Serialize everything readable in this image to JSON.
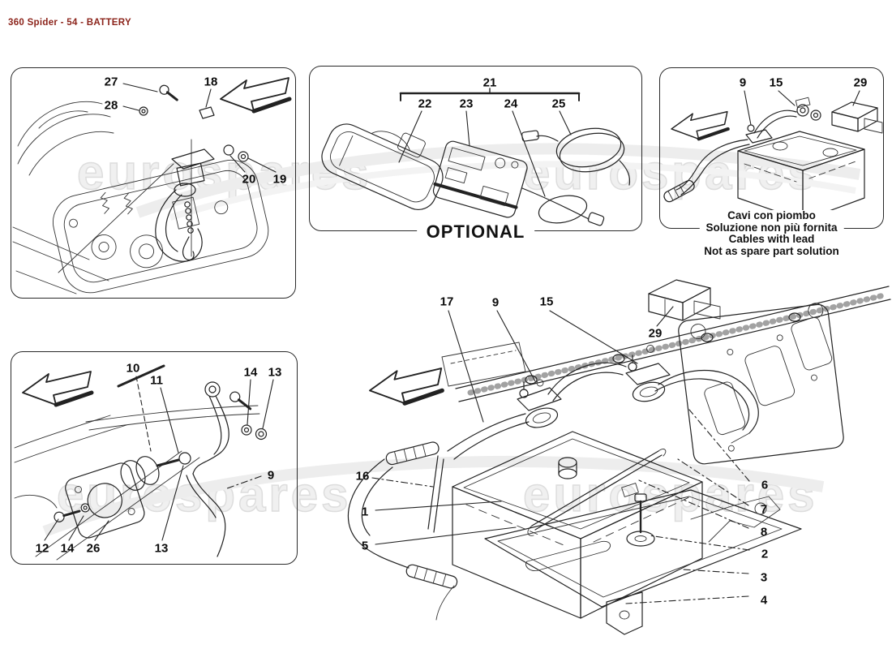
{
  "header": {
    "title": "360 Spider - 54 - BATTERY"
  },
  "watermark": {
    "text": "eurospares"
  },
  "panels": {
    "engine_bay": {
      "callouts": [
        "27",
        "28",
        "18",
        "20",
        "19"
      ]
    },
    "optional": {
      "group": "21",
      "callouts": [
        "22",
        "23",
        "24",
        "25"
      ],
      "caption": "OPTIONAL"
    },
    "lead_cables": {
      "callouts": [
        "9",
        "15",
        "29"
      ],
      "caption": [
        "Cavi con piombo",
        "Soluzione non più fornita",
        "Cables with lead",
        "Not as spare part solution"
      ]
    },
    "ground_cable": {
      "callouts": [
        "10",
        "11",
        "14",
        "13",
        "9",
        "12",
        "14",
        "26",
        "13"
      ]
    },
    "main": {
      "callouts": [
        "17",
        "9",
        "15",
        "29",
        "16",
        "1",
        "5",
        "6",
        "7",
        "8",
        "2",
        "3",
        "4"
      ]
    }
  }
}
